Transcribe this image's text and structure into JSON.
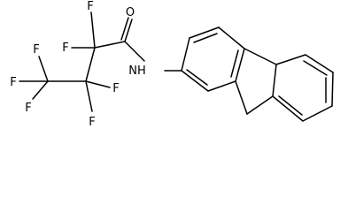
{
  "molecule": {
    "atom_labels": {
      "oxygen": "O",
      "nitrogen_h": "NH",
      "fluorine": "F"
    },
    "colors": {
      "bond": "#000000",
      "label": "#000000",
      "background": "#ffffff"
    }
  }
}
